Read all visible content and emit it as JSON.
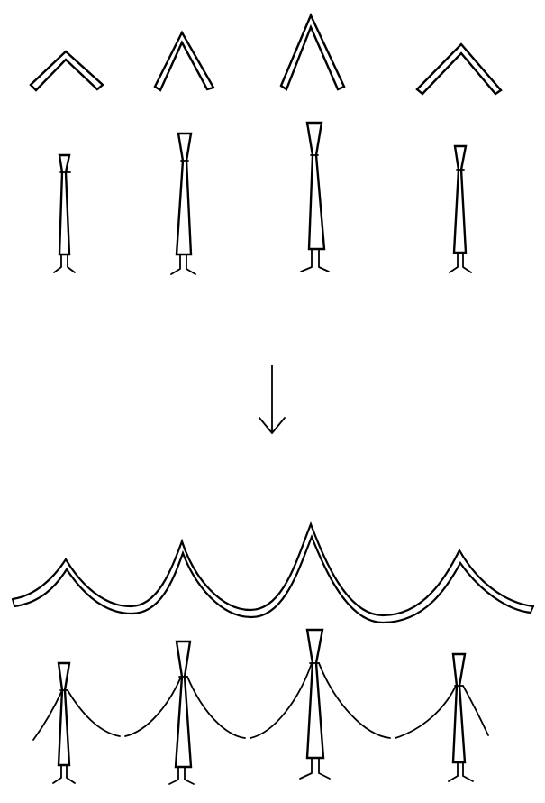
{
  "diagram": {
    "stages": [
      "separate",
      "joined"
    ],
    "figures": [
      {
        "id": "figure-1",
        "size": "small"
      },
      {
        "id": "figure-2",
        "size": "medium"
      },
      {
        "id": "figure-3",
        "size": "large"
      },
      {
        "id": "figure-4",
        "size": "small"
      }
    ],
    "roofs": [
      {
        "id": "roof-1",
        "shape": "wide"
      },
      {
        "id": "roof-2",
        "shape": "narrow"
      },
      {
        "id": "roof-3",
        "shape": "tall"
      },
      {
        "id": "roof-4",
        "shape": "wide"
      }
    ],
    "arrow": "down",
    "colors": {
      "ink": "#000000",
      "background": "#ffffff"
    }
  }
}
